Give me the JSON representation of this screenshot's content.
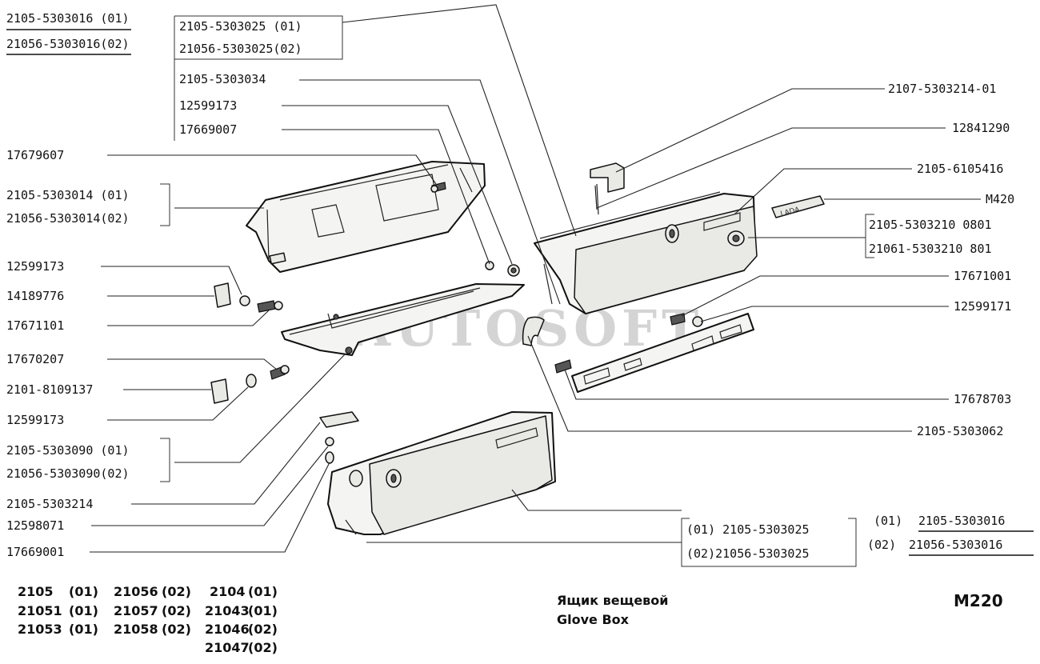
{
  "watermark": "AUTOSOFT",
  "labels": {
    "top_left_1": "2105-5303016 (01)",
    "top_left_2": "21056-5303016(02)",
    "top_box_1": "2105-5303025 (01)",
    "top_box_2": "21056-5303025(02)",
    "l_5303034": "2105-5303034",
    "l_12599173_top": "12599173",
    "l_17669007": "17669007",
    "l_17679607": "17679607",
    "l_5303014_1": "2105-5303014 (01)",
    "l_5303014_2": "21056-5303014(02)",
    "l_12599173_a": "12599173",
    "l_14189776": "14189776",
    "l_17671101": "17671101",
    "l_17670207": "17670207",
    "l_8109137": "2101-8109137",
    "l_12599173_b": "12599173",
    "l_5303090_1": "2105-5303090 (01)",
    "l_5303090_2": "21056-5303090(02)",
    "l_5303214": "2105-5303214",
    "l_12598071": "12598071",
    "l_17669001": "17669001",
    "r_5303214_01": "2107-5303214-01",
    "r_12841290": "12841290",
    "r_6105416": "2105-6105416",
    "r_M420": "M420",
    "r_5303210_1": "2105-5303210 0801",
    "r_5303210_2": "21061-5303210 801",
    "r_17671001": "17671001",
    "r_12599171": "12599171",
    "r_17678703": "17678703",
    "r_5303062": "2105-5303062",
    "b_5303025_1": "(01) 2105-5303025",
    "b_5303025_2": "(02)21056-5303025",
    "b_5303016_1_pre": "(01)",
    "b_5303016_1": "2105-5303016",
    "b_5303016_2_pre": "(02)",
    "b_5303016_2": "21056-5303016"
  },
  "applicability": [
    [
      "2105",
      "(01)",
      "21056",
      "(02)",
      "2104",
      "(01)"
    ],
    [
      "21051",
      "(01)",
      "21057",
      "(02)",
      "21043",
      "(01)"
    ],
    [
      "21053",
      "(01)",
      "21058",
      "(02)",
      "21046",
      "(02)"
    ],
    [
      "",
      "",
      "",
      "",
      "21047",
      "(02)"
    ]
  ],
  "title_ru": "Ящик вещевой",
  "title_en": "Glove Box",
  "page_code": "M220",
  "badge_text": "LADA"
}
